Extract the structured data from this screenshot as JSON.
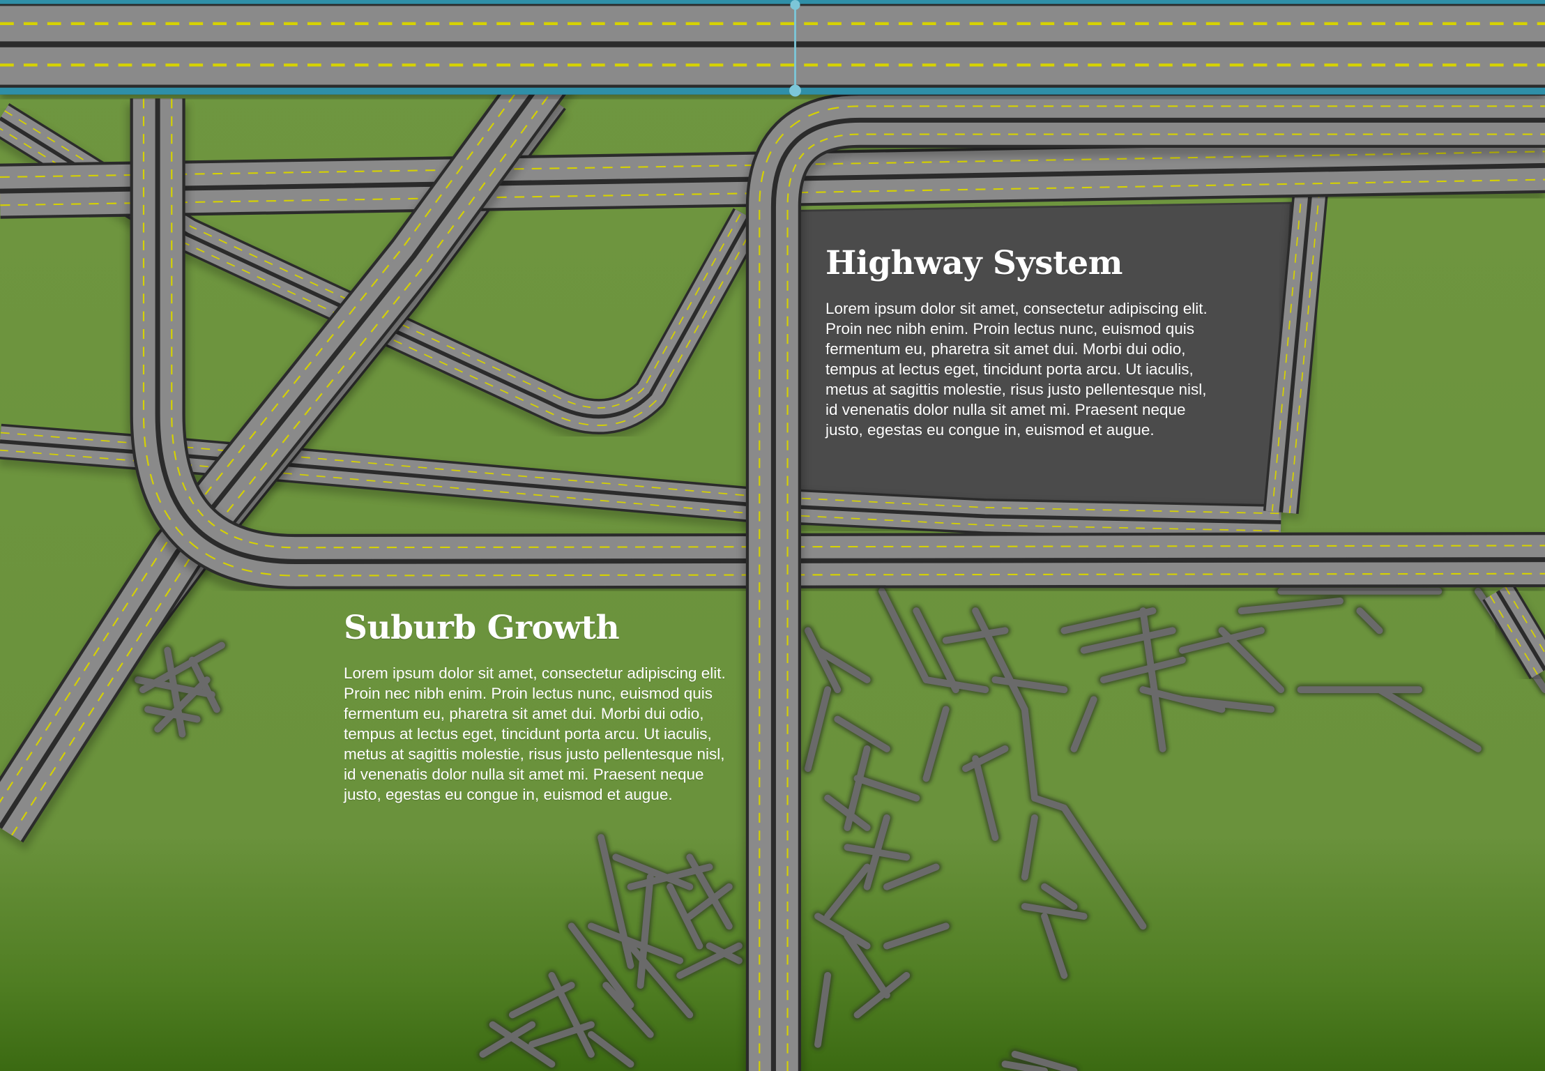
{
  "sections": {
    "highway": {
      "title": "Highway System",
      "body": "Lorem ipsum dolor sit amet, consectetur adipiscing elit. Proin nec nibh enim. Proin lectus nunc, euismod quis fermentum eu, pharetra sit amet dui. Morbi dui odio, tempus at lectus eget, tincidunt porta arcu. Ut iaculis, metus at sagittis molestie, risus justo pellentesque nisl, id venenatis dolor nulla sit amet mi. Praesent neque justo, egestas eu congue in, euismod et augue."
    },
    "suburb": {
      "title": "Suburb Growth",
      "body": "Lorem ipsum dolor sit amet, consectetur adipiscing elit. Proin nec nibh enim. Proin lectus nunc, euismod quis fermentum eu, pharetra sit amet dui. Morbi dui odio, tempus at lectus eget, tincidunt porta arcu. Ut iaculis, metus at sagittis molestie, risus justo pellentesque nisl, id venenatis dolor nulla sit amet mi. Praesent neque justo, egestas eu congue in, euismod et augue."
    }
  },
  "colors": {
    "grass": "#6f9640",
    "grass_dark": "#3c6a14",
    "asphalt": "#8a8a8a",
    "road_edge": "#2b2b2b",
    "lane_marking": "#d6d200",
    "bridge_accent": "#2f8fa8",
    "panel": "#4a4a4a",
    "local_street": "#6a6a6a",
    "text": "#ffffff"
  }
}
